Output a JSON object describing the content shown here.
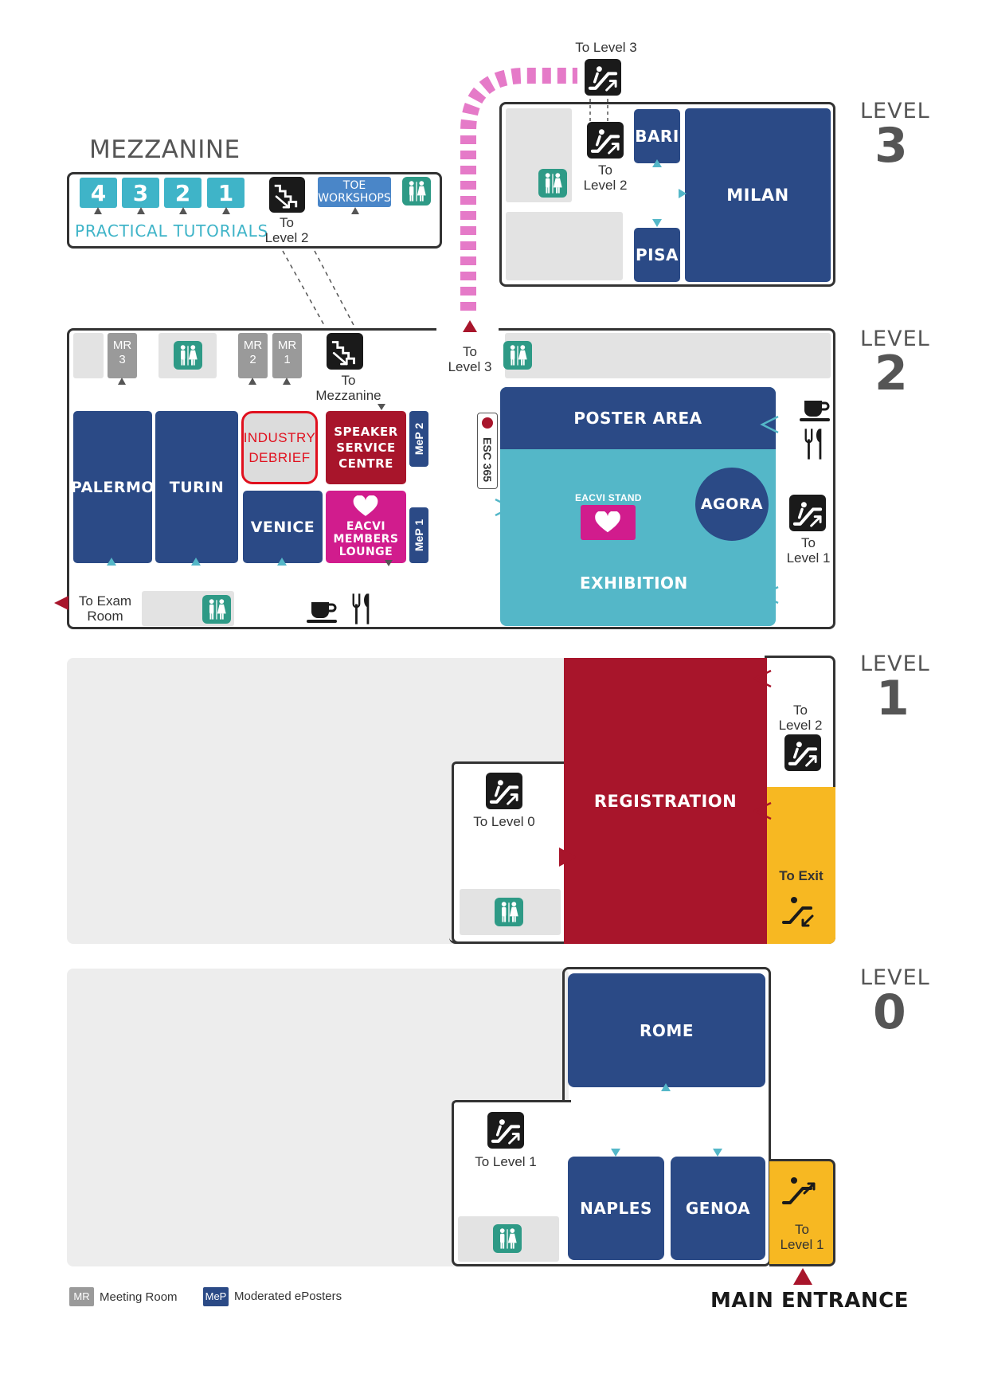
{
  "mezzanine": {
    "title": "MEZZANINE",
    "tutorials": [
      "4",
      "3",
      "2",
      "1"
    ],
    "tutorials_label": "PRACTICAL TUTORIALS",
    "stairs_label": "To\nLevel 2",
    "toe_label": "TOE\nWORKSHOPS"
  },
  "level3": {
    "word": "LEVEL",
    "num": "3",
    "to_level3": "To Level 3",
    "escalator_label": "To\nLevel 2",
    "rooms": {
      "bari": "BARI",
      "milan": "MILAN",
      "pisa": "PISA"
    }
  },
  "level2": {
    "word": "LEVEL",
    "num": "2",
    "mr3": "MR\n3",
    "mr2": "MR\n2",
    "mr1": "MR\n1",
    "to_mezzanine": "To\nMezzanine",
    "to_level3": "To\nLevel 3",
    "rooms": {
      "palermo": "PALERMO",
      "turin": "TURIN",
      "industry": "INDUSTRY\nDEBRIEF",
      "speaker": "SPEAKER\nSERVICE\nCENTRE",
      "venice": "VENICE",
      "eacvi_lounge": "EACVI\nMEMBERS\nLOUNGE",
      "poster": "POSTER AREA",
      "exhibition": "EXHIBITION",
      "agora": "AGORA",
      "eacvi_stand": "EACVI STAND"
    },
    "mep2": "MeP 2",
    "mep1": "MeP 1",
    "esc365": "ESC 365",
    "to_exam": "To Exam\nRoom",
    "to_level1": "To\nLevel 1"
  },
  "level1": {
    "word": "LEVEL",
    "num": "1",
    "registration": "REGISTRATION",
    "to_level2": "To\nLevel 2",
    "to_exit": "To Exit",
    "to_level0": "To Level 0"
  },
  "level0": {
    "word": "LEVEL",
    "num": "0",
    "rooms": {
      "rome": "ROME",
      "naples": "NAPLES",
      "genoa": "GENOA"
    },
    "to_level1_left": "To Level 1",
    "to_level1_right": "To\nLevel 1"
  },
  "legend": {
    "mr_abbr": "MR",
    "mr_text": "Meeting Room",
    "mep_abbr": "MeP",
    "mep_text": "Moderated ePosters"
  },
  "main_entrance": "MAIN ENTRANCE",
  "colors": {
    "navy": "#2b4a86",
    "teal": "#54b7c8",
    "red": "#a8152b",
    "magenta": "#d11c8d",
    "pink": "#e57ac8",
    "yellow": "#f7b822",
    "wc_green": "#2e9a86"
  }
}
